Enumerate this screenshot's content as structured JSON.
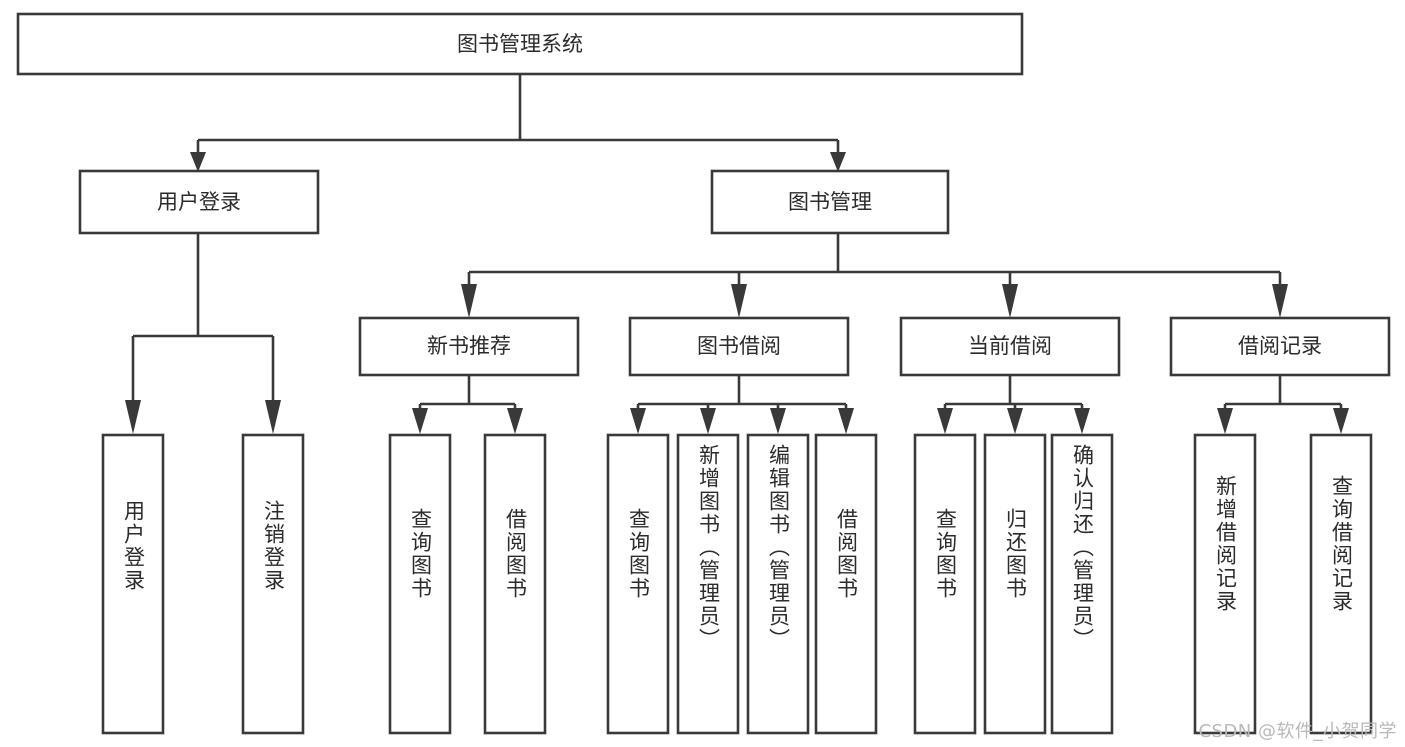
{
  "diagram": {
    "title": "图书管理系统",
    "type": "tree",
    "root": {
      "id": "root",
      "label": "图书管理系统",
      "orientation": "horizontal"
    },
    "level2": [
      {
        "id": "user-login",
        "label": "用户登录",
        "orientation": "horizontal"
      },
      {
        "id": "book-manage",
        "label": "图书管理",
        "orientation": "horizontal"
      }
    ],
    "level3": [
      {
        "id": "new-book-recommend",
        "label": "新书推荐",
        "parent": "book-manage",
        "orientation": "horizontal"
      },
      {
        "id": "book-borrow",
        "label": "图书借阅",
        "parent": "book-manage",
        "orientation": "horizontal"
      },
      {
        "id": "current-borrow",
        "label": "当前借阅",
        "parent": "book-manage",
        "orientation": "horizontal"
      },
      {
        "id": "borrow-record",
        "label": "借阅记录",
        "parent": "book-manage",
        "orientation": "horizontal"
      }
    ],
    "leaves": [
      {
        "id": "leaf-user-login",
        "label": "用户登录",
        "parent": "user-login",
        "orientation": "vertical"
      },
      {
        "id": "leaf-user-logout",
        "label": "注销登录",
        "parent": "user-login",
        "orientation": "vertical"
      },
      {
        "id": "leaf-query-book-1",
        "label": "查询图书",
        "parent": "new-book-recommend",
        "orientation": "vertical"
      },
      {
        "id": "leaf-borrow-book-1",
        "label": "借阅图书",
        "parent": "new-book-recommend",
        "orientation": "vertical"
      },
      {
        "id": "leaf-query-book-2",
        "label": "查询图书",
        "parent": "book-borrow",
        "orientation": "vertical"
      },
      {
        "id": "leaf-add-book",
        "label": "新增图书（管理员）",
        "parent": "book-borrow",
        "orientation": "vertical"
      },
      {
        "id": "leaf-edit-book",
        "label": "编辑图书（管理员）",
        "parent": "book-borrow",
        "orientation": "vertical"
      },
      {
        "id": "leaf-borrow-book-2",
        "label": "借阅图书",
        "parent": "book-borrow",
        "orientation": "vertical"
      },
      {
        "id": "leaf-query-book-3",
        "label": "查询图书",
        "parent": "current-borrow",
        "orientation": "vertical"
      },
      {
        "id": "leaf-return-book",
        "label": "归还图书",
        "parent": "current-borrow",
        "orientation": "vertical"
      },
      {
        "id": "leaf-confirm-return",
        "label": "确认归还（管理员）",
        "parent": "current-borrow",
        "orientation": "vertical"
      },
      {
        "id": "leaf-add-record",
        "label": "新增借阅记录",
        "parent": "borrow-record",
        "orientation": "vertical"
      },
      {
        "id": "leaf-query-record",
        "label": "查询借阅记录",
        "parent": "borrow-record",
        "orientation": "vertical"
      }
    ],
    "colors": {
      "stroke": "#393939",
      "box_fill": "#ffffff",
      "text": "#2b2b2b",
      "background": "#ffffff",
      "watermark": "#b9b9b9"
    }
  },
  "watermark": {
    "text": "CSDN @软件_小贺同学"
  }
}
